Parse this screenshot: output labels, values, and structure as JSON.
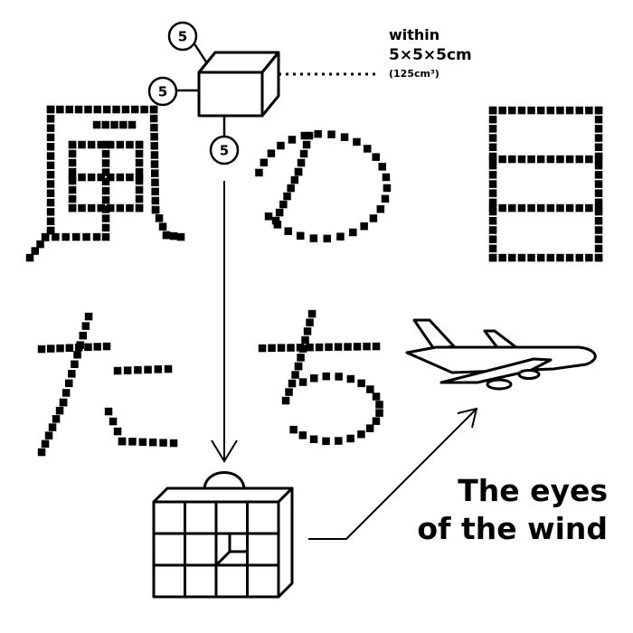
{
  "cube": {
    "badges": [
      "5",
      "5",
      "5"
    ]
  },
  "size_note": {
    "within": "within",
    "dimensions": "5×5×5cm",
    "volume": "(125cm³)"
  },
  "tagline": {
    "line1": "The eyes",
    "line2": "of the wind"
  },
  "colors": {
    "ink": "#000000",
    "paper": "#ffffff"
  },
  "icons": [
    "cube-icon",
    "suitcase-icon",
    "airplane-icon"
  ]
}
